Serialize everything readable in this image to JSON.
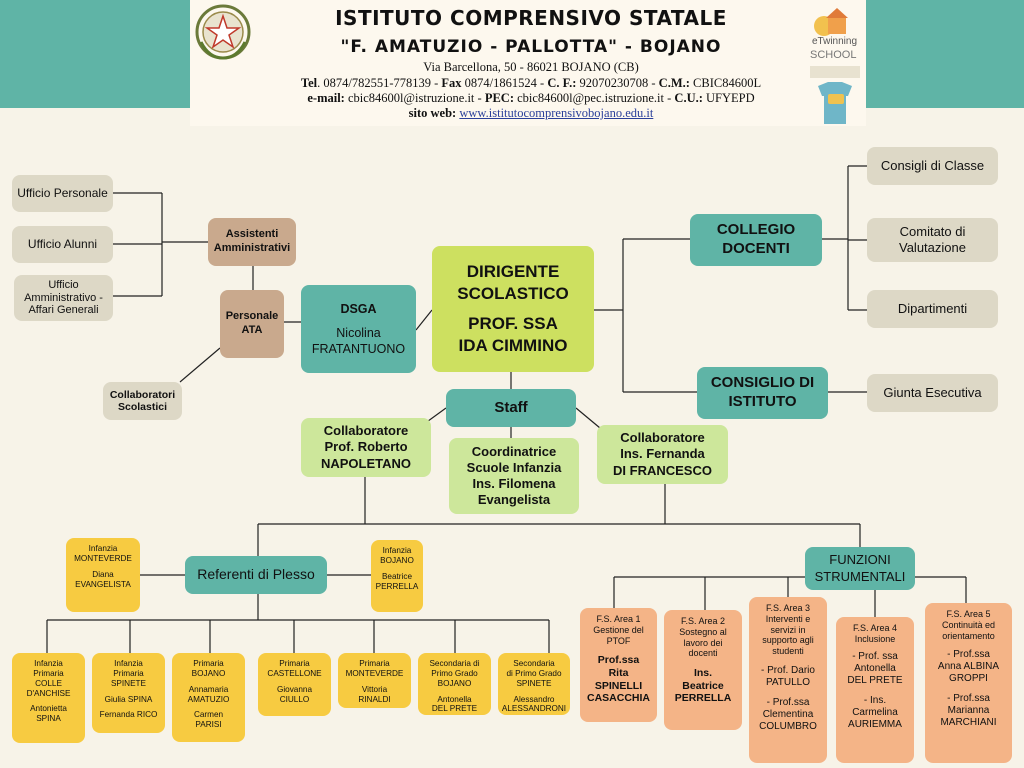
{
  "header": {
    "title": "ISTITUTO COMPRENSIVO STATALE",
    "subtitle": "\"F. AMATUZIO - PALLOTTA\" - BOJANO",
    "address": "Via Barcellona, 50 - 86021 BOJANO (CB)",
    "tel_label": "Tel",
    "tel_value": ". 0874/782551-778139 - ",
    "fax_label": "Fax",
    "fax_value": " 0874/1861524 - ",
    "cf_label": "C. F.:",
    "cf_value": " 92070230708 - ",
    "cm_label": "C.M.:",
    "cm_value": " CBIC84600L",
    "email_label": "e-mail:",
    "email_value": " cbic84600l@istruzione.it - ",
    "pec_label": "PEC:",
    "pec_value": " cbic84600l@pec.istruzione.it - ",
    "cu_label": "C.U.:",
    "cu_value": " UFYEPD",
    "web_label": "sito web:",
    "web_value": "www.istitutocomprensivobojano.edu.it",
    "etwinning_text": "eTwinning",
    "school_text": "SCHOOL"
  },
  "left": {
    "ufficio_personale": "Ufficio Personale",
    "ufficio_alunni": "Ufficio Alunni",
    "ufficio_amm": [
      "Ufficio",
      "Amministrativo -",
      "Affari Generali"
    ],
    "assistenti": [
      "Assistenti",
      "Amministrativi"
    ],
    "personale_ata": [
      "Personale",
      "ATA"
    ],
    "collaboratori_scol": [
      "Collaboratori",
      "Scolastici"
    ],
    "dsga_title": "DSGA",
    "dsga_name": [
      "Nicolina",
      "FRATANTUONO"
    ]
  },
  "center": {
    "dirigente": [
      "DIRIGENTE",
      "SCOLASTICO"
    ],
    "dirigente_name": [
      "PROF. SSA",
      "IDA CIMMINO"
    ],
    "staff": "Staff",
    "collab1": [
      "Collaboratore",
      "Prof. Roberto",
      "NAPOLETANO"
    ],
    "coord": [
      "Coordinatrice",
      "Scuole Infanzia",
      "Ins. Filomena",
      "Evangelista"
    ],
    "collab2": [
      "Collaboratore",
      "Ins. Fernanda",
      "DI FRANCESCO"
    ]
  },
  "right": {
    "collegio": [
      "COLLEGIO",
      "DOCENTI"
    ],
    "consigli_classe": "Consigli di Classe",
    "comitato": [
      "Comitato di",
      "Valutazione"
    ],
    "dipartimenti": "Dipartimenti",
    "consiglio": [
      "CONSIGLIO DI",
      "ISTITUTO"
    ],
    "giunta": "Giunta Esecutiva"
  },
  "plesso": {
    "title": "Referenti di Plesso",
    "inf_monteverde": [
      "Infanzia",
      "MONTEVERDE",
      "",
      "Diana",
      "EVANGELISTA"
    ],
    "inf_bojano": [
      "Infanzia",
      "BOJANO",
      "",
      "Beatrice",
      "PERRELLA"
    ],
    "items": [
      [
        "Infanzia",
        "Primaria",
        "COLLE",
        "D'ANCHISE",
        "",
        "Antonietta",
        "SPINA"
      ],
      [
        "Infanzia",
        "Primaria",
        "SPINETE",
        "",
        "Giulia SPINA",
        "",
        "Fernanda RICO"
      ],
      [
        "Primaria",
        "BOJANO",
        "",
        "Annamaria",
        "AMATUZIO",
        "",
        "Carmen",
        "PARISI"
      ],
      [
        "Primaria",
        "CASTELLONE",
        "",
        "Giovanna",
        "CIULLO"
      ],
      [
        "Primaria",
        "MONTEVERDE",
        "",
        "Vittoria",
        "RINALDI"
      ],
      [
        "Secondaria di",
        "Primo Grado",
        "BOJANO",
        "",
        "Antonella",
        "DEL PRETE"
      ],
      [
        "Secondaria",
        "di Primo Grado",
        "SPINETE",
        "",
        "Alessandro",
        "ALESSANDRONI"
      ]
    ]
  },
  "funzioni": {
    "title": [
      "FUNZIONI",
      "STRUMENTALI"
    ],
    "areas": [
      {
        "head": [
          "F.S. Area 1",
          "Gestione del",
          "PTOF"
        ],
        "names": [
          "Prof.ssa",
          "Rita",
          "SPINELLI",
          "CASACCHIA"
        ]
      },
      {
        "head": [
          "F.S. Area 2",
          "Sostegno al",
          "lavoro dei",
          "docenti"
        ],
        "names": [
          "Ins.",
          "Beatrice",
          "PERRELLA"
        ]
      },
      {
        "head": [
          "F.S. Area 3",
          "Interventi e",
          "servizi in",
          "supporto agli",
          "studenti"
        ],
        "names": [
          "- Prof. Dario",
          "PATULLO",
          "",
          "- Prof.ssa",
          "Clementina",
          "COLUMBRO"
        ]
      },
      {
        "head": [
          "F.S. Area 4",
          "Inclusione"
        ],
        "names": [
          "- Prof. ssa",
          "Antonella",
          "DEL PRETE",
          "",
          "- Ins.",
          "Carmelina",
          "AURIEMMA"
        ]
      },
      {
        "head": [
          "F.S. Area 5",
          "Continuità ed",
          "orientamento"
        ],
        "names": [
          "- Prof.ssa",
          "Anna ALBINA",
          "GROPPI",
          "",
          "- Prof.ssa",
          "Marianna",
          "MARCHIANI"
        ]
      }
    ]
  },
  "colors": {
    "teal": "#5fb4a6",
    "beige": "#ddd8c6",
    "brown": "#c9a98d",
    "green": "#cde79b",
    "lime": "#cde060",
    "yellow": "#f7cb41",
    "orange": "#f4b487",
    "background": "#f7f3e8"
  }
}
